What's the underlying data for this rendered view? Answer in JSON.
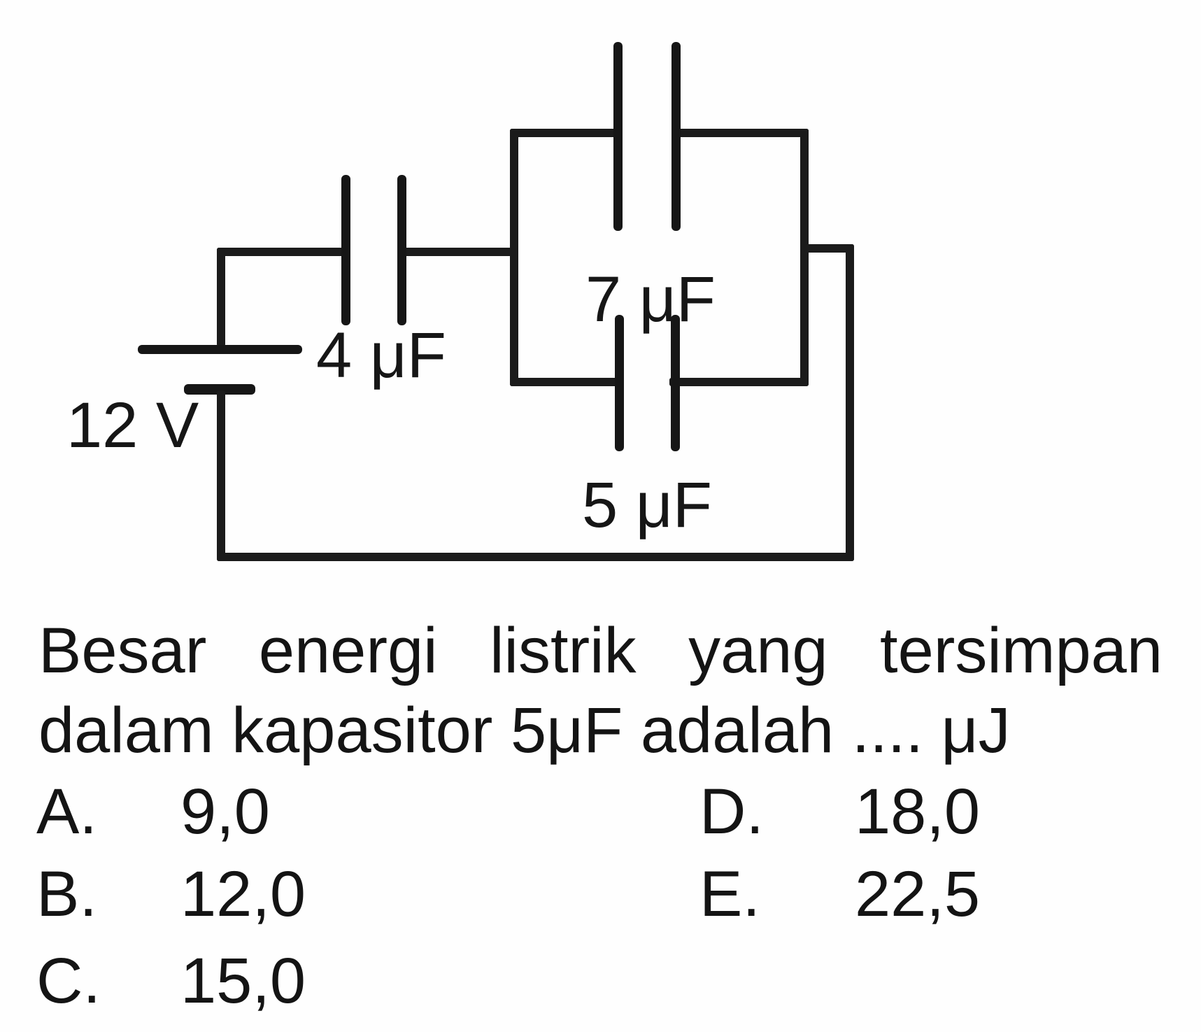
{
  "circuit": {
    "battery_label": "12 V",
    "capacitor_series_label": "4 μF",
    "capacitor_parallel_top_label": "7 μF",
    "capacitor_parallel_bottom_label": "5 μF"
  },
  "question": {
    "line1_words": [
      "Besar",
      "energi",
      "listrik",
      "yang",
      "tersimpan"
    ],
    "line2": "dalam kapasitor 5μF adalah .... μJ"
  },
  "options": [
    {
      "letter": "A.",
      "value": "9,0"
    },
    {
      "letter": "B.",
      "value": "12,0"
    },
    {
      "letter": "C.",
      "value": "15,0"
    },
    {
      "letter": "D.",
      "value": "18,0"
    },
    {
      "letter": "E.",
      "value": "22,5"
    }
  ]
}
